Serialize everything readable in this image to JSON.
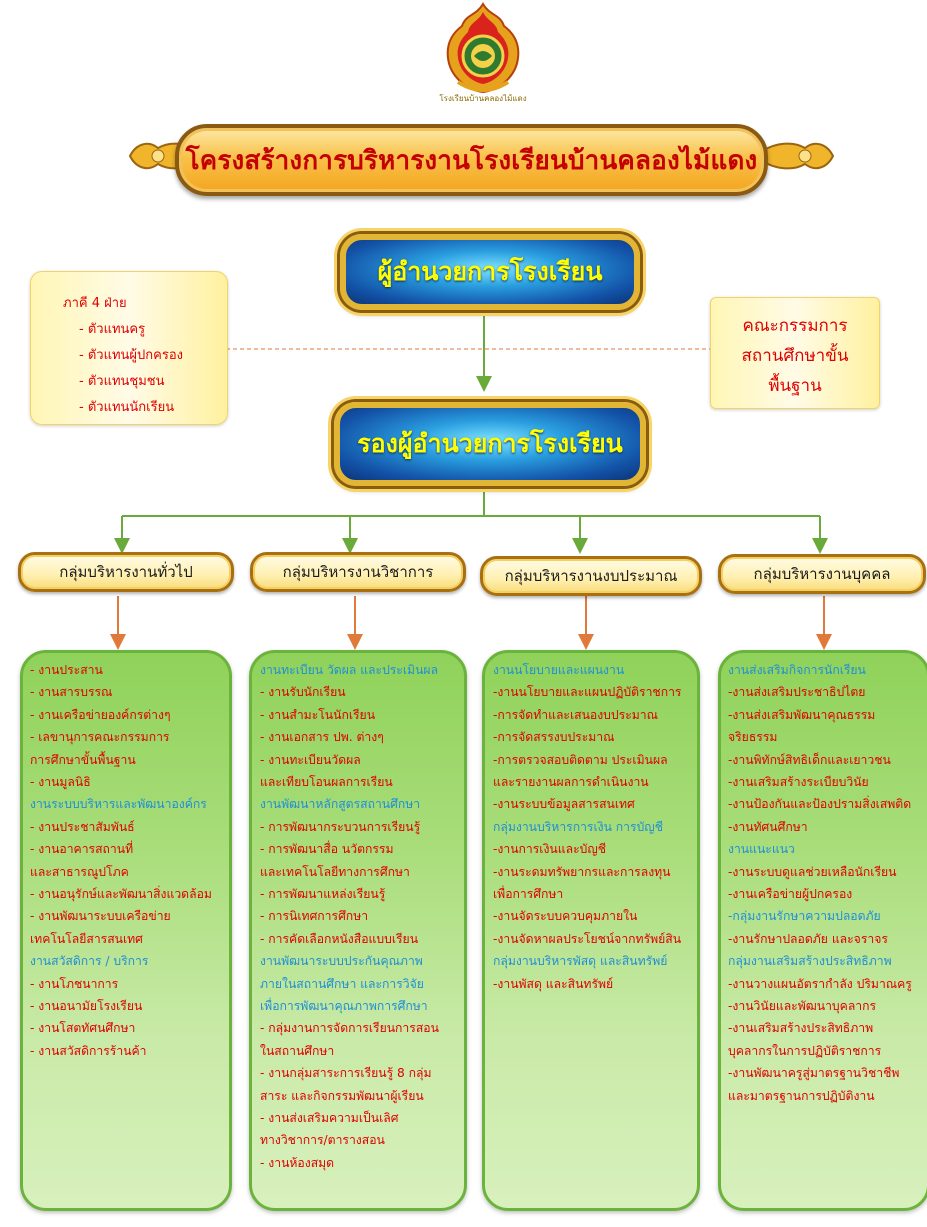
{
  "title": "โครงสร้างการบริหารงานโรงเรียนบ้านคลองไม้แดง",
  "logo": {
    "icon": "school-emblem-icon",
    "caption": "โรงเรียนบ้านคลองไม้แดง"
  },
  "director": "ผู้อำนวยการโรงเรียน",
  "deputy": "รองผู้อำนวยการโรงเรียน",
  "partners": {
    "title": "ภาคี 4 ฝ่าย",
    "items": [
      "-  ตัวแทนครู",
      "-  ตัวแทนผู้ปกครอง",
      "-  ตัวแทนชุมชน",
      "-  ตัวแทนนักเรียน"
    ]
  },
  "board": {
    "lines": [
      "คณะกรรมการ",
      "สถานศึกษาขั้น",
      "พื้นฐาน"
    ]
  },
  "colors": {
    "title_red": "#c40000",
    "text_red": "#e00000",
    "text_blue": "#1f8fd6",
    "plaque_yellow": "#ffff00",
    "connector_green": "#6aaa3a",
    "connector_orange": "#e07a3a"
  },
  "groups": [
    {
      "header": "กลุ่มบริหารงานทั่วไป",
      "lines": [
        {
          "t": "- งานประสาน",
          "c": "red"
        },
        {
          "t": "- งานสารบรรณ",
          "c": "red"
        },
        {
          "t": "- งานเครือข่ายองค์กรต่างๆ",
          "c": "red"
        },
        {
          "t": "- เลขานุการคณะกรรมการ",
          "c": "red"
        },
        {
          "t": "   การศึกษาขั้นพื้นฐาน",
          "c": "red"
        },
        {
          "t": "- งานมูลนิธิ",
          "c": "red"
        },
        {
          "t": "งานระบบบริหารและพัฒนาองค์กร",
          "c": "blue"
        },
        {
          "t": "- งานประชาสัมพันธ์",
          "c": "red"
        },
        {
          "t": "- งานอาคารสถานที่",
          "c": "red"
        },
        {
          "t": "  และสาธารณูปโภค",
          "c": "red"
        },
        {
          "t": "- งานอนุรักษ์และพัฒนาสิ่งแวดล้อม",
          "c": "red"
        },
        {
          "t": "- งานพัฒนาระบบเครือข่าย",
          "c": "red"
        },
        {
          "t": "  เทคโนโลยีสารสนเทศ",
          "c": "red"
        },
        {
          "t": "งานสวัสดิการ / บริการ",
          "c": "blue"
        },
        {
          "t": "- งานโภชนาการ",
          "c": "red"
        },
        {
          "t": "- งานอนามัยโรงเรียน",
          "c": "red"
        },
        {
          "t": "- งานโสตทัศนศึกษา",
          "c": "red"
        },
        {
          "t": "- งานสวัสดิการร้านค้า",
          "c": "red"
        }
      ]
    },
    {
      "header": "กลุ่มบริหารงานวิชาการ",
      "lines": [
        {
          "t": "งานทะเบียน วัดผล และประเมินผล",
          "c": "blue"
        },
        {
          "t": "- งานรับนักเรียน",
          "c": "red"
        },
        {
          "t": "- งานสำมะโนนักเรียน",
          "c": "red"
        },
        {
          "t": "- งานเอกสาร ปพ. ต่างๆ",
          "c": "red"
        },
        {
          "t": "- งานทะเบียนวัดผล",
          "c": "red"
        },
        {
          "t": "  และเทียบโอนผลการเรียน",
          "c": "red"
        },
        {
          "t": "    งานพัฒนาหลักสูตรสถานศึกษา",
          "c": "blue"
        },
        {
          "t": "- การพัฒนากระบวนการเรียนรู้",
          "c": "red"
        },
        {
          "t": "- การพัฒนาสื่อ นวัตกรรม",
          "c": "red"
        },
        {
          "t": "  และเทคโนโลยีทางการศึกษา",
          "c": "red"
        },
        {
          "t": "- การพัฒนาแหล่งเรียนรู้",
          "c": "red"
        },
        {
          "t": "- การนิเทศการศึกษา",
          "c": "red"
        },
        {
          "t": "- การคัดเลือกหนังสือแบบเรียน",
          "c": "red"
        },
        {
          "t": "    งานพัฒนาระบบประกันคุณภาพ",
          "c": "blue"
        },
        {
          "t": "     ภายในสถานศึกษา และการวิจัย",
          "c": "blue"
        },
        {
          "t": "  เพื่อการพัฒนาคุณภาพการศึกษา",
          "c": "blue"
        },
        {
          "t": "- กลุ่มงานการจัดการเรียนการสอน",
          "c": "red"
        },
        {
          "t": "  ในสถานศึกษา",
          "c": "red"
        },
        {
          "t": "- งานกลุ่มสาระการเรียนรู้ 8 กลุ่ม",
          "c": "red"
        },
        {
          "t": "  สาระ และกิจกรรมพัฒนาผู้เรียน",
          "c": "red"
        },
        {
          "t": "- งานส่งเสริมความเป็นเลิศ",
          "c": "red"
        },
        {
          "t": "  ทางวิชาการ/ตารางสอน",
          "c": "red"
        },
        {
          "t": "- งานห้องสมุด",
          "c": "red"
        }
      ]
    },
    {
      "header": "กลุ่มบริหารงานงบประมาณ",
      "lines": [
        {
          "t": "        งานนโยบายและแผนงาน",
          "c": "blue"
        },
        {
          "t": "-งานนโยบายและแผนปฏิบัติราชการ",
          "c": "red"
        },
        {
          "t": "-การจัดทำและเสนองบประมาณ",
          "c": "red"
        },
        {
          "t": "-การจัดสรรงบประมาณ",
          "c": "red"
        },
        {
          "t": "-การตรวจสอบติดตาม ประเมินผล",
          "c": "red"
        },
        {
          "t": " และรายงานผลการดำเนินงาน",
          "c": "red"
        },
        {
          "t": "-งานระบบข้อมูลสารสนเทศ",
          "c": "red"
        },
        {
          "t": "   กลุ่มงานบริหารการเงิน การบัญชี",
          "c": "blue"
        },
        {
          "t": "-งานการเงินและบัญชี",
          "c": "red"
        },
        {
          "t": "-งานระดมทรัพยากรและการลงทุน",
          "c": "red"
        },
        {
          "t": "เพื่อการศึกษา",
          "c": "red"
        },
        {
          "t": "-งานจัดระบบควบคุมภายใน",
          "c": "red"
        },
        {
          "t": "-งานจัดหาผลประโยชน์จากทรัพย์สิน",
          "c": "red"
        },
        {
          "t": "   กลุ่มงานบริหารพัสดุ และสินทรัพย์",
          "c": "blue"
        },
        {
          "t": "-งานพัสดุ และสินทรัพย์",
          "c": "red"
        }
      ]
    },
    {
      "header": "กลุ่มบริหารงานบุคคล",
      "lines": [
        {
          "t": "      งานส่งเสริมกิจการนักเรียน",
          "c": "blue"
        },
        {
          "t": "-งานส่งเสริมประชาธิปไตย",
          "c": "red"
        },
        {
          "t": "-งานส่งเสริมพัฒนาคุณธรรม",
          "c": "red"
        },
        {
          "t": "  จริยธรรม",
          "c": "red"
        },
        {
          "t": "-งานพิทักษ์สิทธิเด็กและเยาวชน",
          "c": "red"
        },
        {
          "t": "-งานเสริมสร้างระเบียบวินัย",
          "c": "red"
        },
        {
          "t": "-งานป้องกันและป้องปรามสิ่งเสพติด",
          "c": "red"
        },
        {
          "t": "-งานทัศนศึกษา",
          "c": "red"
        },
        {
          "t": "               งานแนะแนว",
          "c": "blue"
        },
        {
          "t": "-งานระบบดูแลช่วยเหลือนักเรียน",
          "c": "red"
        },
        {
          "t": "-งานเครือข่ายผู้ปกครอง",
          "c": "red"
        },
        {
          "t": "-กลุ่มงานรักษาความปลอดภัย",
          "c": "blue"
        },
        {
          "t": "-งานรักษาปลอดภัย และจราจร",
          "c": "red"
        },
        {
          "t": "กลุ่มงานเสริมสร้างประสิทธิภาพ",
          "c": "blue"
        },
        {
          "t": "-งานวางแผนอัตรากำลัง ปริมาณครู",
          "c": "red"
        },
        {
          "t": "-งานวินัยและพัฒนาบุคลากร",
          "c": "red"
        },
        {
          "t": "-งานเสริมสร้างประสิทธิภาพ",
          "c": "red"
        },
        {
          "t": "  บุคลากรในการปฏิบัติราชการ",
          "c": "red"
        },
        {
          "t": "-งานพัฒนาครูสู่มาตรฐานวิชาชีพ",
          "c": "red"
        },
        {
          "t": "และมาตรฐานการปฏิบัติงาน",
          "c": "red"
        }
      ]
    }
  ]
}
